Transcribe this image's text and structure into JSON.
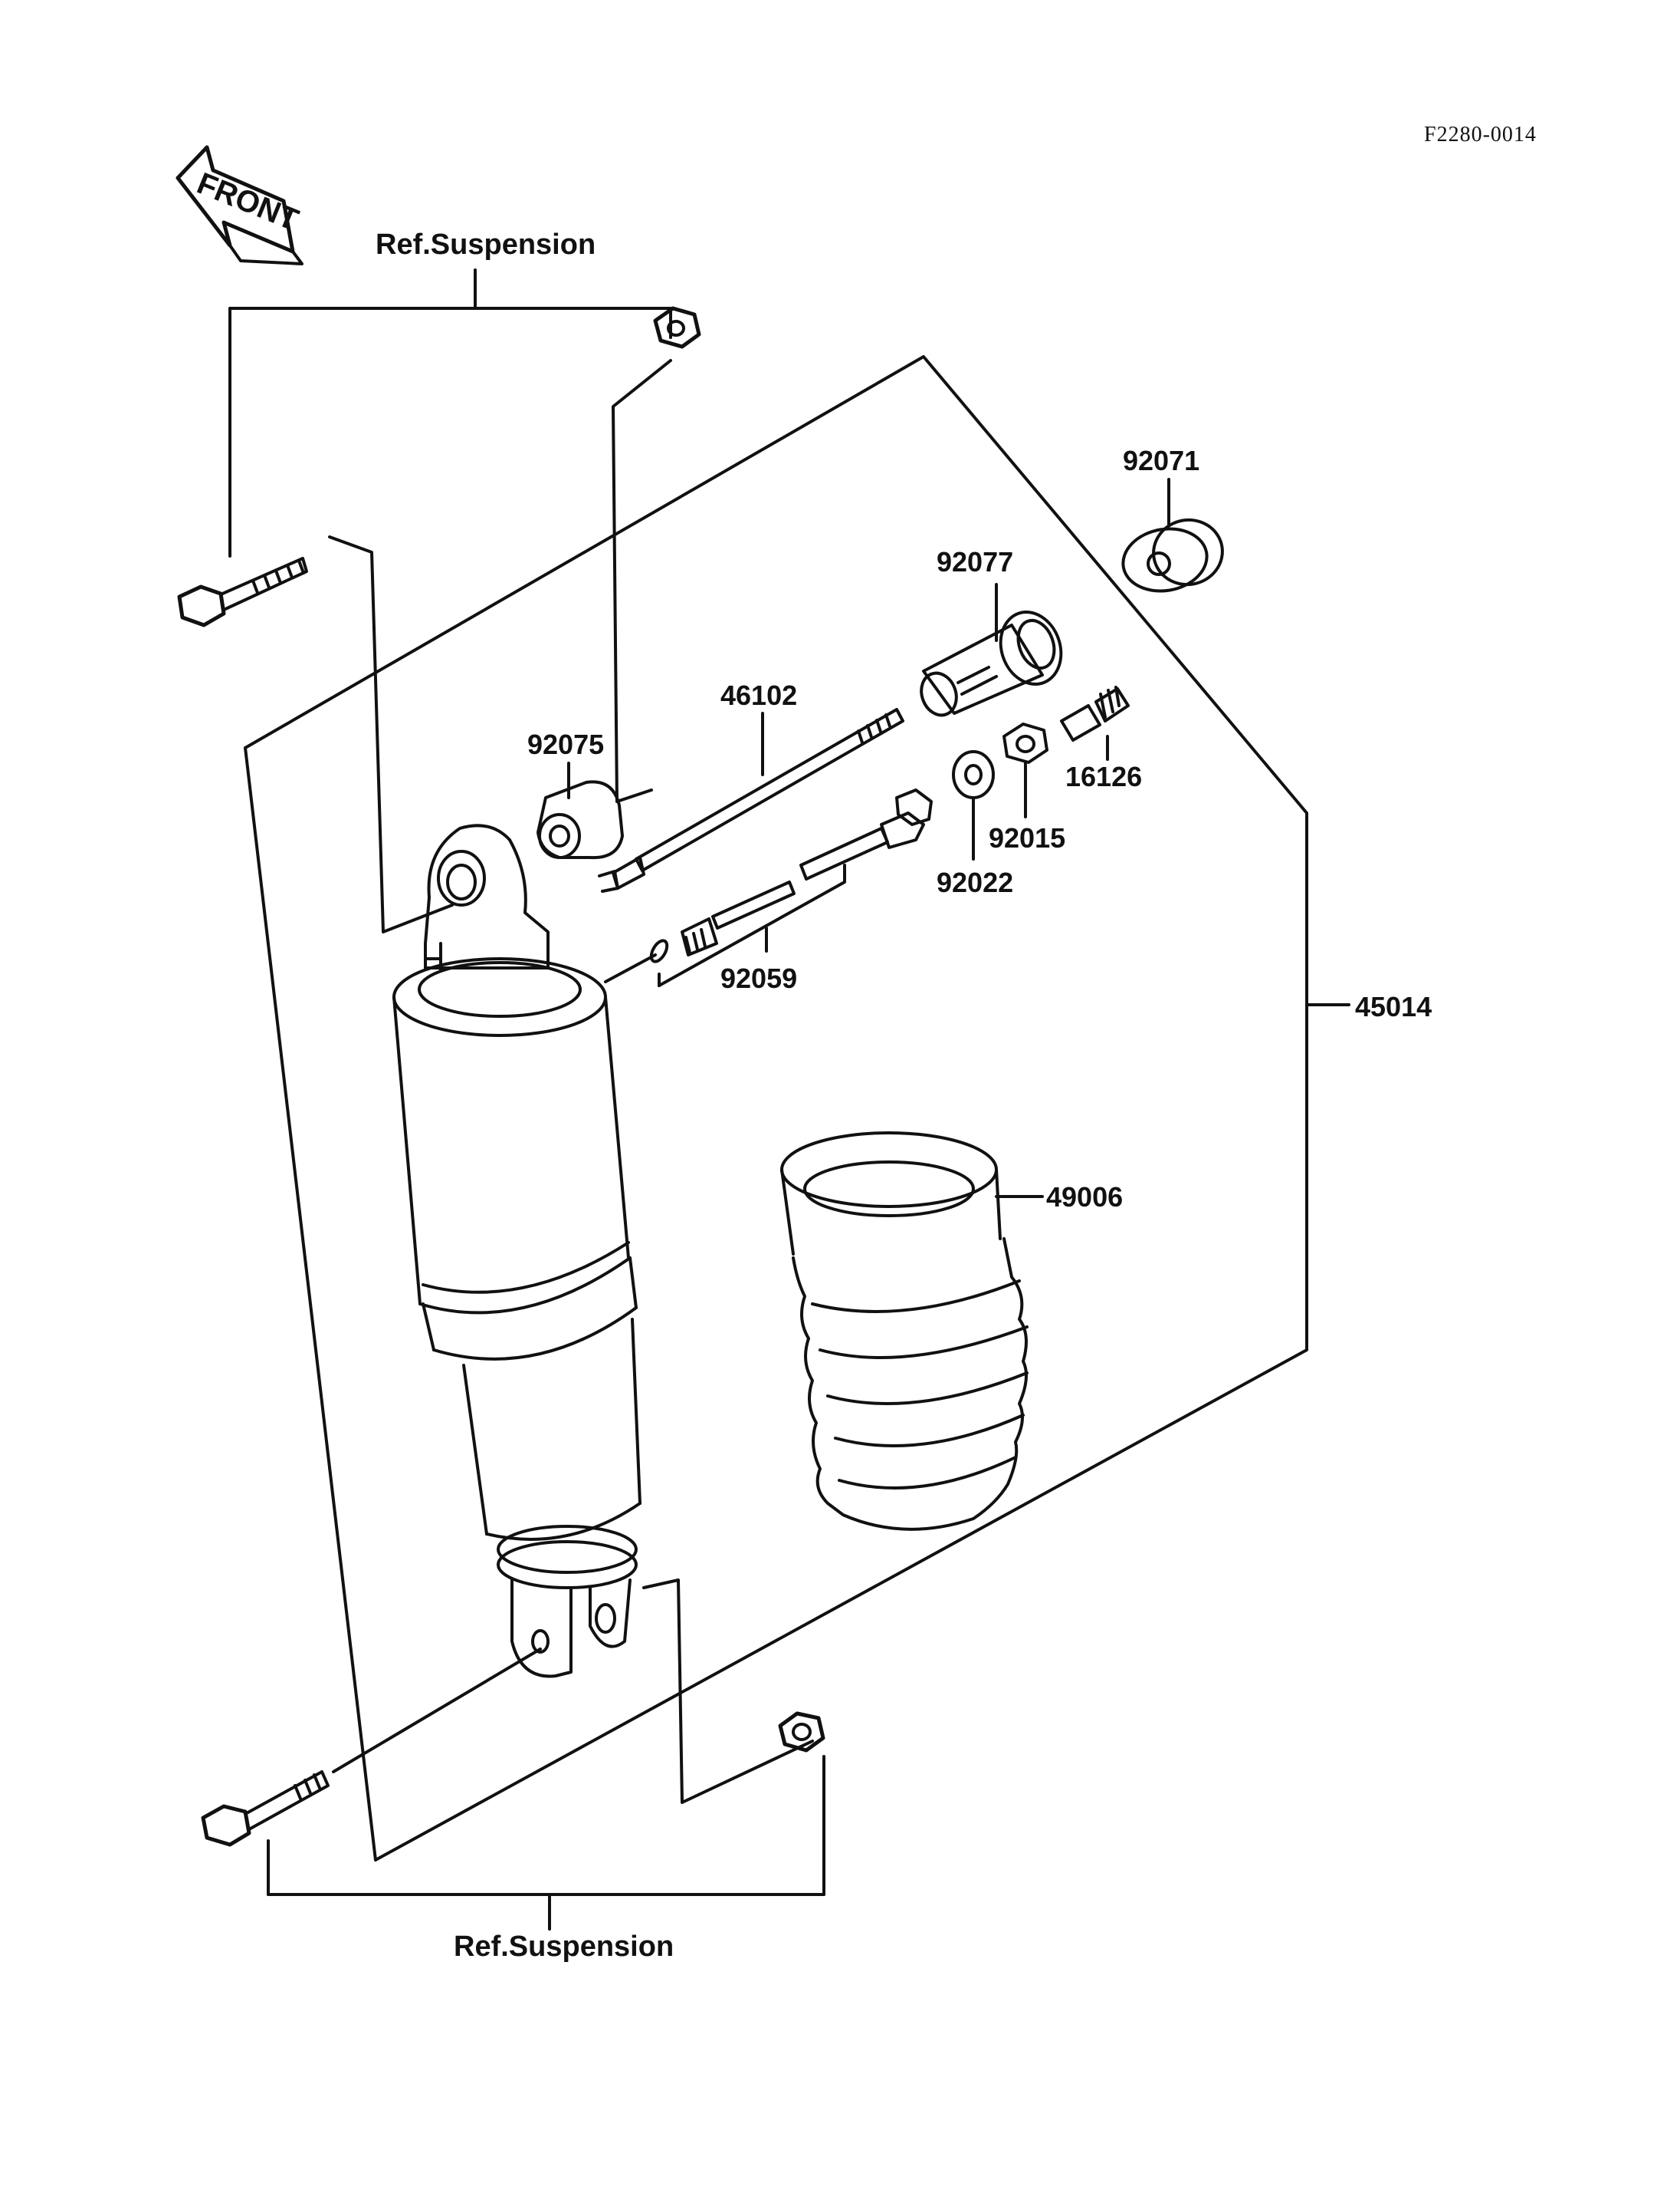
{
  "diagram_code": "F2280-0014",
  "front_label": "FRONT",
  "ref_top": "Ref.Suspension",
  "ref_bottom": "Ref.Suspension",
  "parts": {
    "p92071": "92071",
    "p92077": "92077",
    "p46102": "46102",
    "p92075": "92075",
    "p16126": "16126",
    "p92015": "92015",
    "p92022": "92022",
    "p92059": "92059",
    "p45014": "45014",
    "p49006": "49006"
  }
}
